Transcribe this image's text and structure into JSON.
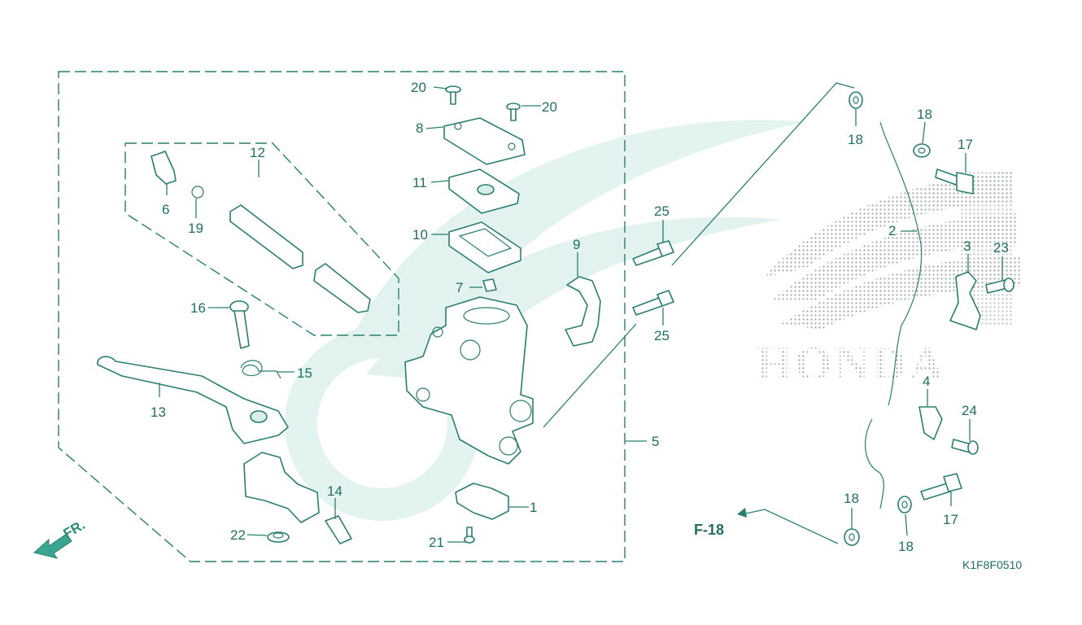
{
  "diagram_code": "K1F8F0510",
  "direction_label": "FR.",
  "ref_label": "F-18",
  "watermark_text": "HONDA",
  "accent_color": "#2a7e70",
  "labels": {
    "p1": "1",
    "p2": "2",
    "p3": "3",
    "p4": "4",
    "p5": "5",
    "p6": "6",
    "p7": "7",
    "p8": "8",
    "p9": "9",
    "p10": "10",
    "p11": "11",
    "p12": "12",
    "p13": "13",
    "p14": "14",
    "p15": "15",
    "p16": "16",
    "p17a": "17",
    "p17b": "17",
    "p18a": "18",
    "p18b": "18",
    "p18c": "18",
    "p18d": "18",
    "p19": "19",
    "p20a": "20",
    "p20b": "20",
    "p21": "21",
    "p22": "22",
    "p23": "23",
    "p24": "24",
    "p25a": "25",
    "p25b": "25"
  }
}
